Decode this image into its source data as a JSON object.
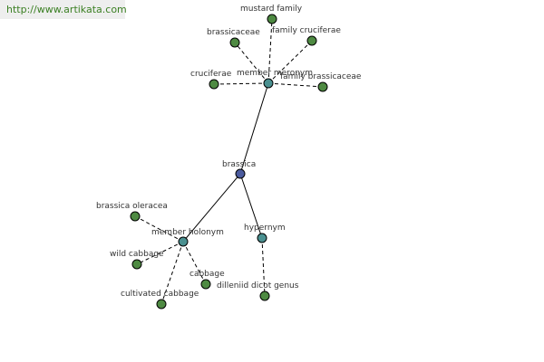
{
  "url": "http://www.artikata.com",
  "colors": {
    "root": "#4b5b9e",
    "relation": "#4a9090",
    "leaf": "#4e8a42",
    "url_text": "#3a7f22"
  },
  "nodes": [
    {
      "id": "brassica",
      "label": "brassica",
      "kind": "root"
    },
    {
      "id": "member-meronym",
      "label": "member meronym",
      "kind": "relation"
    },
    {
      "id": "member-holonym",
      "label": "member holonym",
      "kind": "relation"
    },
    {
      "id": "hypernym",
      "label": "hypernym",
      "kind": "relation"
    },
    {
      "id": "mustard-family",
      "label": "mustard family",
      "kind": "leaf"
    },
    {
      "id": "brassicaceae",
      "label": "brassicaceae",
      "kind": "leaf"
    },
    {
      "id": "family-cruciferae",
      "label": "family cruciferae",
      "kind": "leaf"
    },
    {
      "id": "cruciferae",
      "label": "cruciferae",
      "kind": "leaf"
    },
    {
      "id": "family-brassicaceae",
      "label": "family brassicaceae",
      "kind": "leaf"
    },
    {
      "id": "brassica-oleracea",
      "label": "brassica oleracea",
      "kind": "leaf"
    },
    {
      "id": "wild-cabbage",
      "label": "wild cabbage",
      "kind": "leaf"
    },
    {
      "id": "cabbage",
      "label": "cabbage",
      "kind": "leaf"
    },
    {
      "id": "cultivated-cabbage",
      "label": "cultivated cabbage",
      "kind": "leaf"
    },
    {
      "id": "dilleniid-dicot-genus",
      "label": "dilleniid dicot genus",
      "kind": "leaf"
    }
  ],
  "edges": [
    {
      "from": "brassica",
      "to": "member-meronym",
      "style": "solid"
    },
    {
      "from": "brassica",
      "to": "member-holonym",
      "style": "solid"
    },
    {
      "from": "brassica",
      "to": "hypernym",
      "style": "solid"
    },
    {
      "from": "member-meronym",
      "to": "mustard-family",
      "style": "dashed"
    },
    {
      "from": "member-meronym",
      "to": "brassicaceae",
      "style": "dashed"
    },
    {
      "from": "member-meronym",
      "to": "family-cruciferae",
      "style": "dashed"
    },
    {
      "from": "member-meronym",
      "to": "cruciferae",
      "style": "dashed"
    },
    {
      "from": "member-meronym",
      "to": "family-brassicaceae",
      "style": "dashed"
    },
    {
      "from": "member-holonym",
      "to": "brassica-oleracea",
      "style": "dashed"
    },
    {
      "from": "member-holonym",
      "to": "wild-cabbage",
      "style": "dashed"
    },
    {
      "from": "member-holonym",
      "to": "cabbage",
      "style": "dashed"
    },
    {
      "from": "member-holonym",
      "to": "cultivated-cabbage",
      "style": "dashed"
    },
    {
      "from": "hypernym",
      "to": "dilleniid-dicot-genus",
      "style": "dashed"
    }
  ]
}
